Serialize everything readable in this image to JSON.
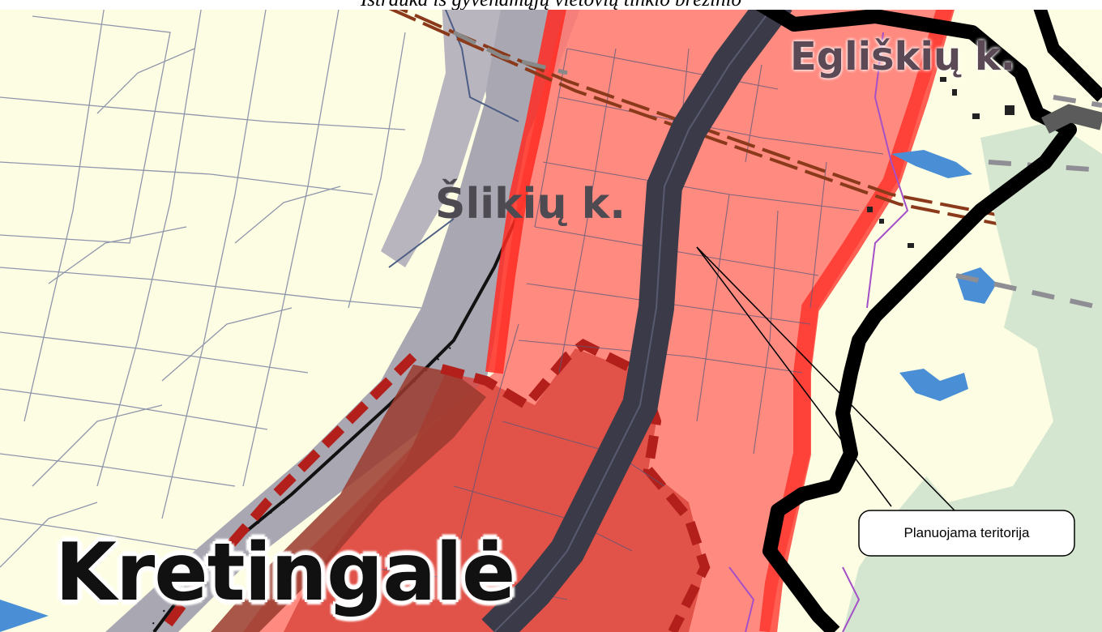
{
  "caption": "Ištrauka iš gyvenamųjų vietovių tinklo brėžinio",
  "places": {
    "egliskiu": "Egliškių k.",
    "slikiu": "Šlikių k.",
    "kretingale": "Kretingalė"
  },
  "callout": {
    "label": "Planuojama teritorija"
  },
  "colors": {
    "land_cream": "#fdfde3",
    "protection_zone_gray": "#a9a7b2",
    "planned_zone_red": "#ff5a50",
    "settlement_dark_red": "#c93c35",
    "road_dark": "#3a3a48",
    "boundary_black": "#000000",
    "water_blue": "#4a8fd6",
    "forest_green": "#cfe3cf"
  }
}
